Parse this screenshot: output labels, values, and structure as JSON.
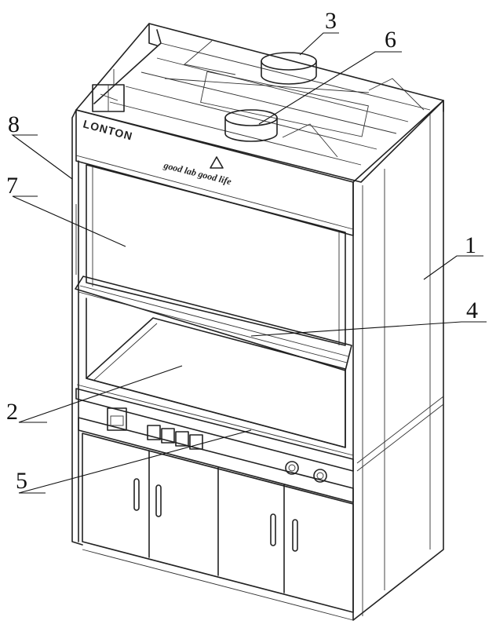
{
  "brand": "LONTON",
  "slogan": "good lab good life",
  "callouts": [
    {
      "id": "1",
      "label": "1"
    },
    {
      "id": "2",
      "label": "2"
    },
    {
      "id": "3",
      "label": "3"
    },
    {
      "id": "4",
      "label": "4"
    },
    {
      "id": "5",
      "label": "5"
    },
    {
      "id": "6",
      "label": "6"
    },
    {
      "id": "7",
      "label": "7"
    },
    {
      "id": "8",
      "label": "8"
    }
  ]
}
